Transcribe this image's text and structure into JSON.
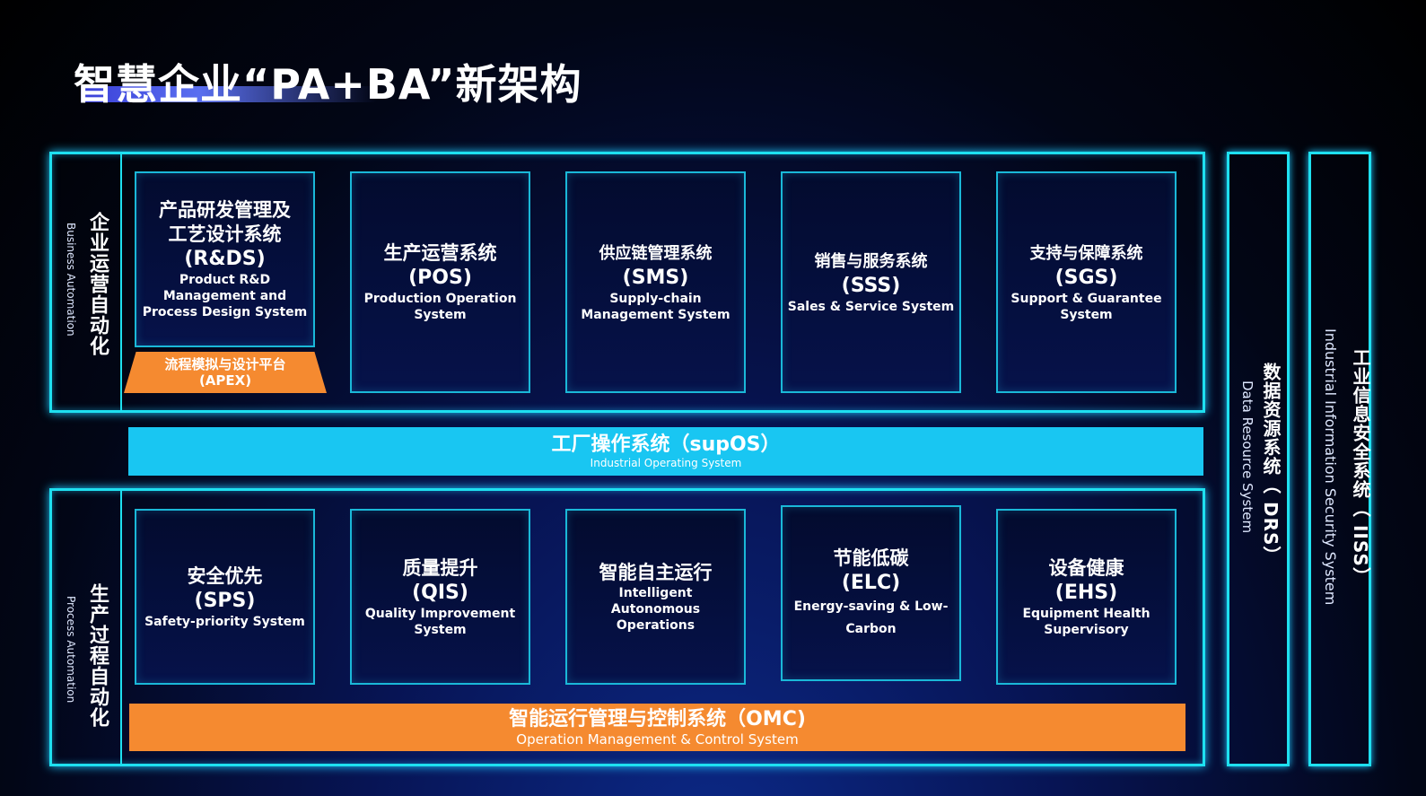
{
  "title": "智慧企业“PA+BA”新架构",
  "ba": {
    "label_cn": "企业运营自动化",
    "label_en": "Business Automation"
  },
  "pa": {
    "label_cn": "生产过程自动化",
    "label_en": "Process Automation"
  },
  "ba_cards": [
    {
      "cn1": "产品研发管理及",
      "cn2": "工艺设计系统",
      "abbr": "(R&DS)",
      "en1": "Product R&D",
      "en2": "Management and",
      "en3": "Process Design System"
    },
    {
      "cn1": "生产运营系统",
      "abbr": "(POS)",
      "en1": "Production Operation",
      "en2": "System"
    },
    {
      "cn1": "供应链管理系统",
      "abbr": "(SMS)",
      "en1": "Supply-chain",
      "en2": "Management System"
    },
    {
      "cn1": "销售与服务系统",
      "abbr": "(SSS)",
      "en1": "Sales & Service System"
    },
    {
      "cn1": "支持与保障系统",
      "abbr": "(SGS)",
      "en1": "Support & Guarantee",
      "en2": "System"
    }
  ],
  "apex": {
    "cn": "流程模拟与设计平台",
    "abbr": "(APEX)"
  },
  "supos": {
    "cn": "工厂操作系统（supOS）",
    "en": "Industrial  Operating System"
  },
  "pa_cards": [
    {
      "cn1": "安全优先",
      "abbr": "(SPS)",
      "en1": "Safety-priority System"
    },
    {
      "cn1": "质量提升",
      "abbr": "(QIS)",
      "en1": "Quality Improvement",
      "en2": "System"
    },
    {
      "cn1": "智能自主运行",
      "en1": "Intelligent",
      "en2": "Autonomous",
      "en3": "Operations"
    },
    {
      "cn1": "节能低碳",
      "abbr": "(ELC)",
      "en1": "Energy-saving & Low-",
      "en2": "Carbon"
    },
    {
      "cn1": "设备健康",
      "abbr": "(EHS)",
      "en1": "Equipment Health",
      "en2": "Supervisory"
    }
  ],
  "omc": {
    "cn": "智能运行管理与控制系统（OMC)",
    "en": "Operation Management & Control System"
  },
  "drs": {
    "cn": "数据资源系统（ DRS）",
    "en": "Data Resource System"
  },
  "iss": {
    "cn": "工业信息安全系统（ IISS）",
    "en": "Industrial Information Security System"
  },
  "colors": {
    "frame": "#1ee0f0",
    "supos": "#19c6f2",
    "orange": "#f58a30",
    "card_bg": "#06124a"
  }
}
